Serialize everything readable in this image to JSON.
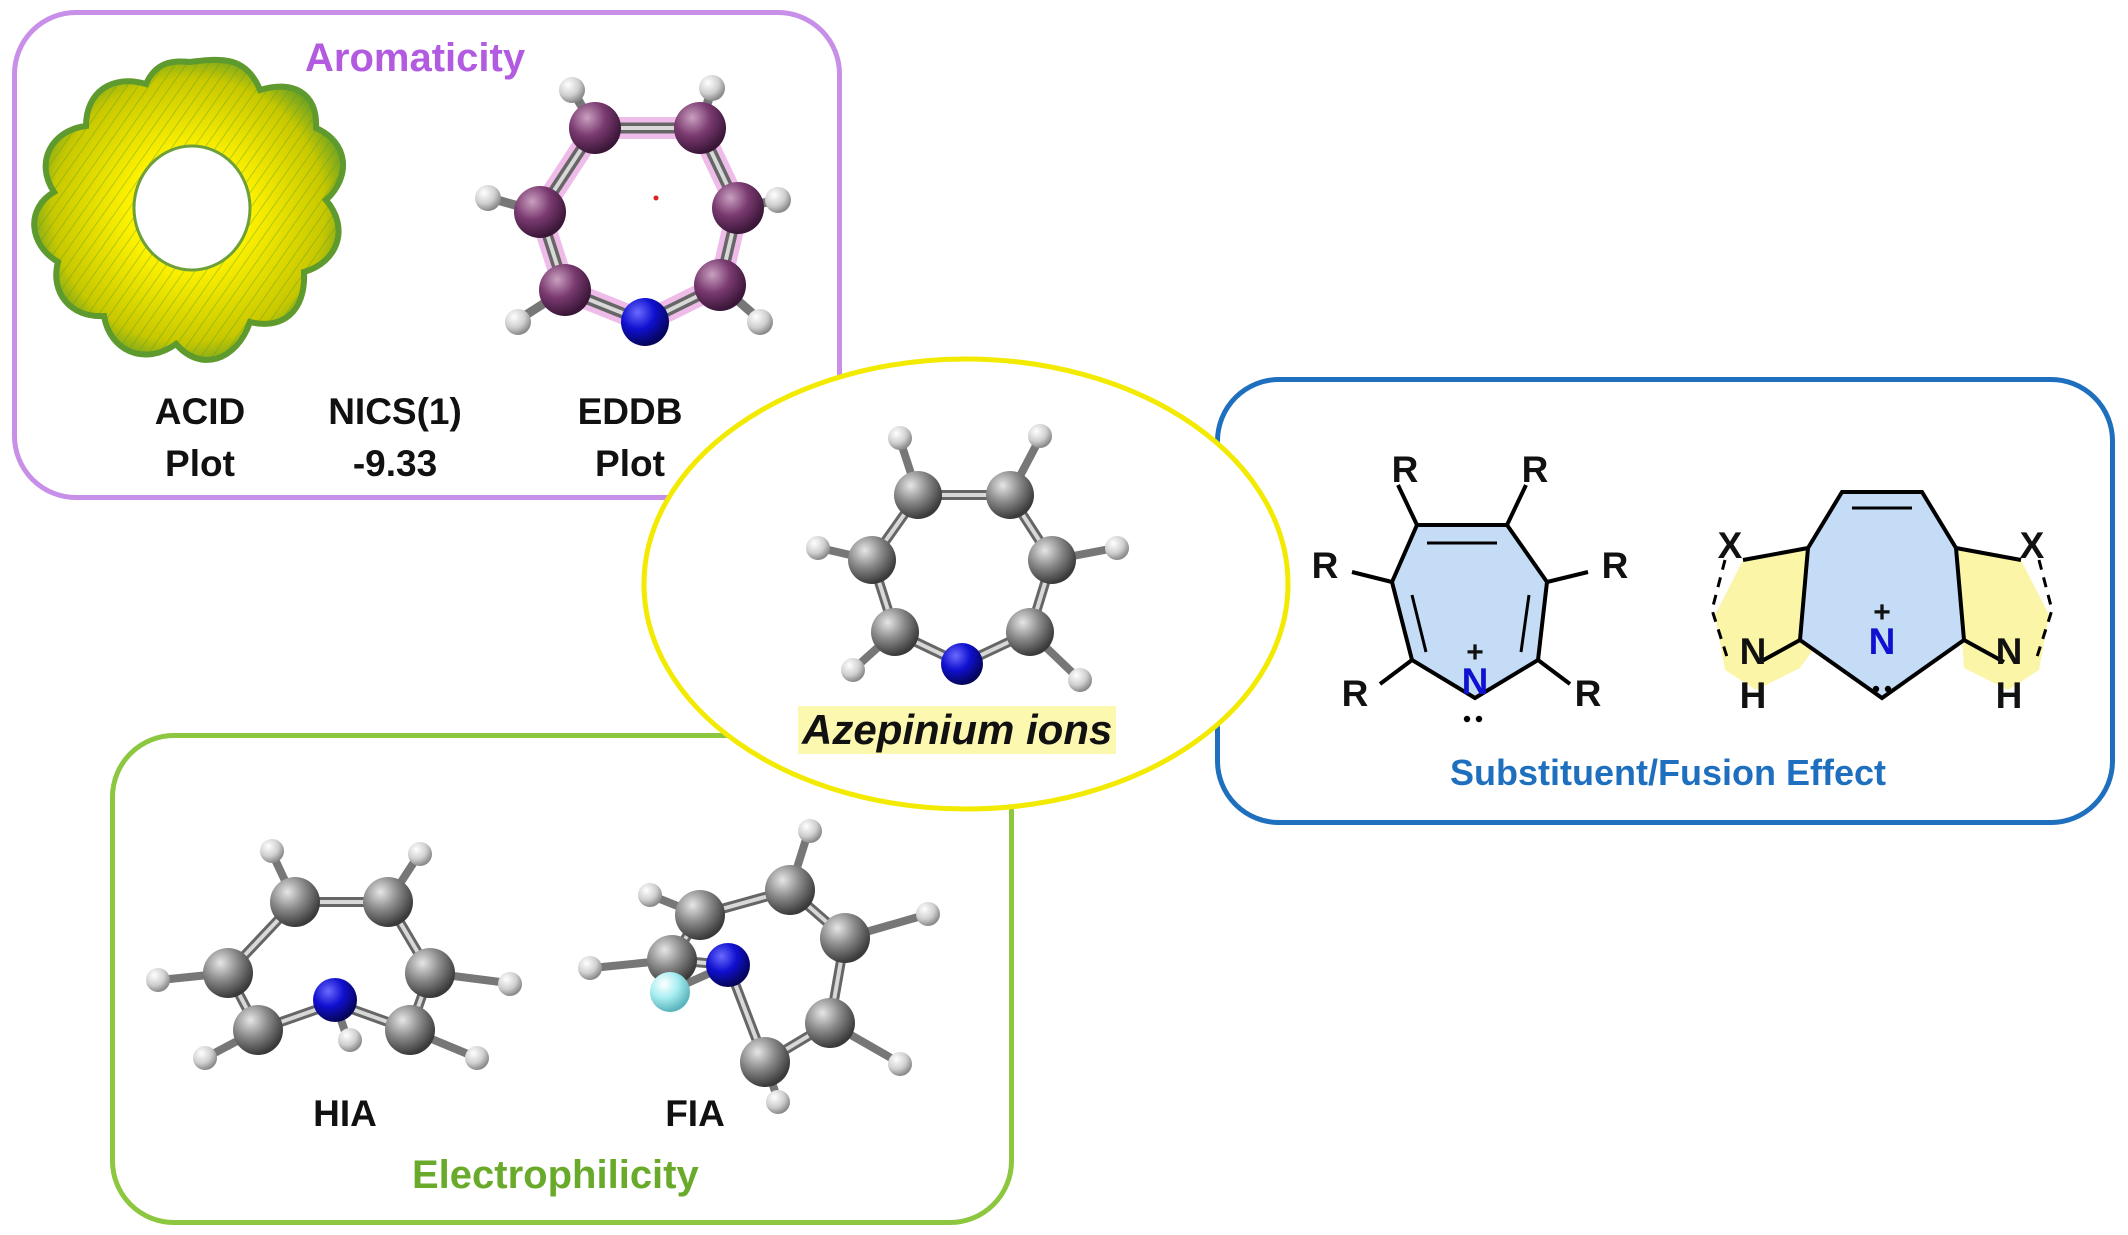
{
  "aromaticity": {
    "title": "Aromaticity",
    "acid_line1": "ACID",
    "acid_line2": "Plot",
    "nics_line1": "NICS(1)",
    "nics_line2": "-9.33",
    "eddb_line1": "EDDB",
    "eddb_line2": "Plot"
  },
  "center": {
    "title": "Azepinium ions"
  },
  "substituent": {
    "title": "Substituent/Fusion Effect",
    "r": "R",
    "x": "X",
    "n": "N",
    "nh_n": "N",
    "nh_h": "H",
    "plus": "+"
  },
  "electrophilicity": {
    "title": "Electrophilicity",
    "hia": "HIA",
    "fia": "FIA"
  },
  "colors": {
    "aromaticity": "#c88fe8",
    "substituent": "#1f6fbf",
    "electrophilicity": "#8dc63f",
    "center": "#f2ea00",
    "ring_fill": "#c5dcf7",
    "fused_fill": "#fbf5a8",
    "nitrogen": "#1010d0"
  }
}
